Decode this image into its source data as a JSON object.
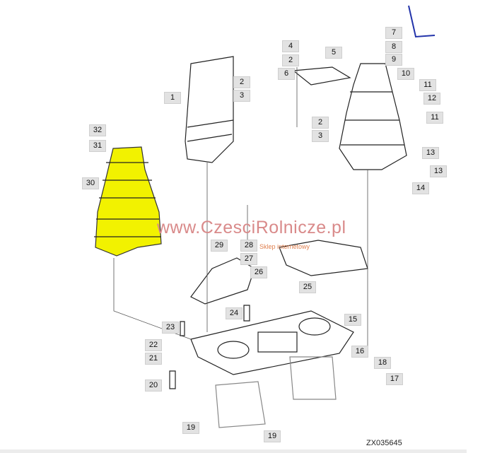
{
  "labels": [
    "7",
    "8",
    "9",
    "4",
    "5",
    "2",
    "6",
    "10",
    "11",
    "12",
    "11",
    "2",
    "3",
    "1",
    "2",
    "3",
    "32",
    "31",
    "30",
    "13",
    "13",
    "14",
    "29",
    "28",
    "27",
    "26",
    "25",
    "24",
    "23",
    "15",
    "16",
    "18",
    "22",
    "21",
    "17",
    "20",
    "19",
    "19"
  ],
  "watermark": "www.CzesciRolnicze.pl",
  "watermark_sub": "Sklep internetowy",
  "drawing_code": "ZX035645",
  "colors": {
    "highlight": "#f2f200",
    "line": "#222222",
    "watermark": "#d98a8a"
  }
}
